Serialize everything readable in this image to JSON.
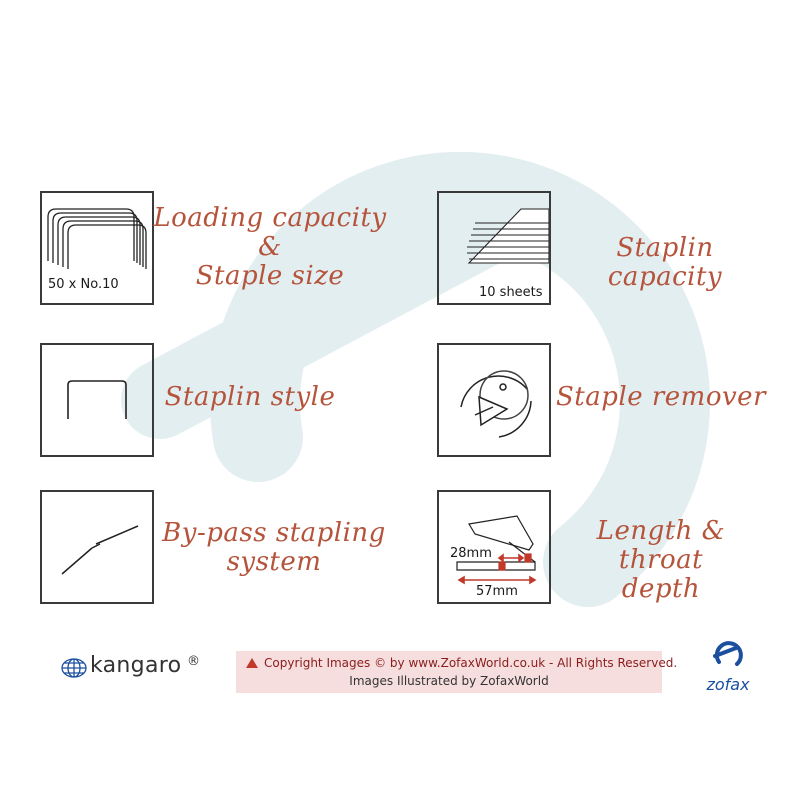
{
  "colors": {
    "accent_text": "#b5533b",
    "watermark": "#e3eef1",
    "box_border": "#3a3a3a",
    "banner_bg": "#f7dede",
    "brand_blue": "#1c4fa0"
  },
  "features": {
    "loading": {
      "line1": "Loading capacity",
      "line2": "&",
      "line3": "Staple size",
      "caption": "50 x No.10",
      "icon": "staples-stack-icon"
    },
    "capacity": {
      "label": "Staplin capacity",
      "caption": "10 sheets",
      "icon": "paper-stack-icon"
    },
    "style": {
      "label": "Staplin style",
      "icon": "staple-shape-icon"
    },
    "remover": {
      "label": "Staple remover",
      "icon": "staple-remover-icon"
    },
    "bypass": {
      "line1": "By-pass stapling",
      "line2": "system",
      "icon": "bypass-lines-icon"
    },
    "throat": {
      "line1": "Length & throat",
      "line2": "depth",
      "throat_value": "28mm",
      "length_value": "57mm",
      "icon": "stapler-dimension-icon"
    }
  },
  "footer": {
    "kangaro_label": "kangaro",
    "kangaro_reg": "®",
    "copyright_line1": "Copyright Images © by www.ZofaxWorld.co.uk - All Rights Reserved.",
    "copyright_line2": "Images Illustrated by ZofaxWorld",
    "zofax_label": "zofax"
  }
}
